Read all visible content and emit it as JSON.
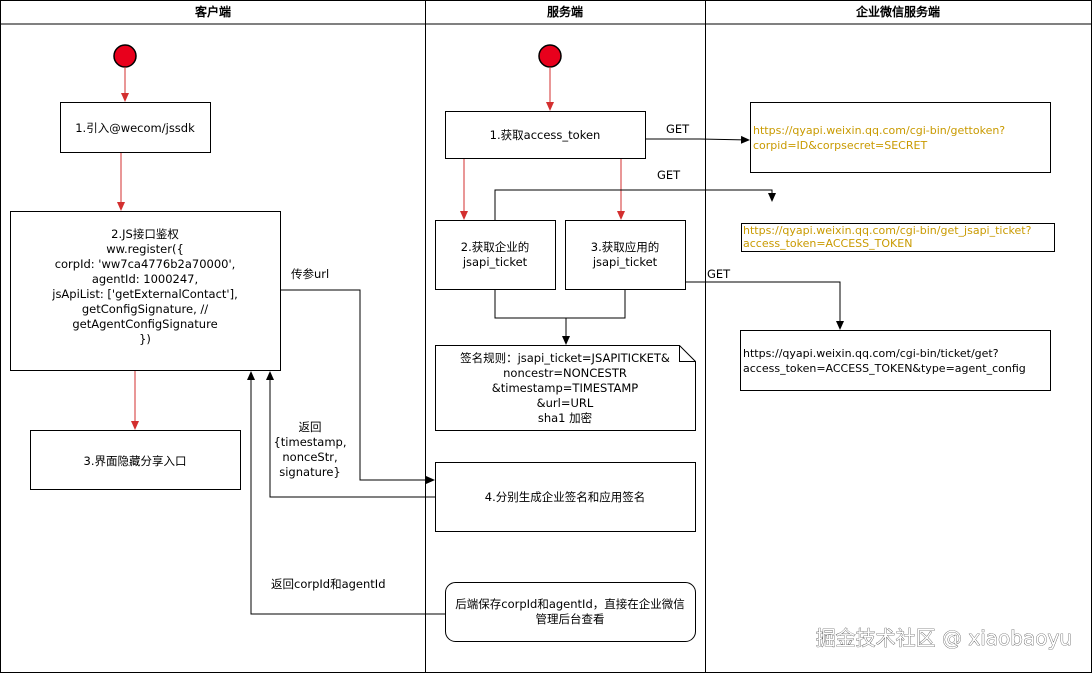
{
  "lanes": {
    "client": "客户端",
    "server": "服务端",
    "wecom": "企业微信服务端"
  },
  "client": {
    "step1": "1.引入@wecom/jssdk",
    "step2": [
      "2.JS接口鉴权",
      "ww.register({",
      "corpId: 'ww7ca4776b2a70000',",
      "agentId: 1000247,",
      "jsApiList: ['getExternalContact'],",
      "getConfigSignature, //",
      "getAgentConfigSignature",
      "})"
    ],
    "step3": "3.界面隐藏分享入口"
  },
  "server": {
    "step1": "1.获取access_token",
    "step2": [
      "2.获取企业的",
      "jsapi_ticket"
    ],
    "step3": [
      "3.获取应用的",
      "jsapi_ticket"
    ],
    "note": [
      "签名规则：jsapi_ticket=JSAPITICKET&",
      "noncestr=NONCESTR",
      "&timestamp=TIMESTAMP",
      "&url=URL",
      "sha1 加密"
    ],
    "step4": "4.分别生成企业签名和应用签名",
    "backend": [
      "后端保存corpId和agentId，直接在企业微信",
      "管理后台查看"
    ]
  },
  "wecom": {
    "url1": [
      "https://qyapi.weixin.qq.com/cgi-bin/gettoken?",
      "corpid=ID&corpsecret=SECRET"
    ],
    "url2": [
      "https://qyapi.weixin.qq.com/cgi-bin/get_jsapi_ticket?",
      "access_token=ACCESS_TOKEN"
    ],
    "url3": [
      "https://qyapi.weixin.qq.com/cgi-bin/ticket/get?",
      "access_token=ACCESS_TOKEN&type=agent_config"
    ]
  },
  "edges": {
    "get1": "GET",
    "get2": "GET",
    "get3": "GET",
    "pass_url": "传参url",
    "return_sig": [
      "返回",
      "{timestamp,",
      "nonceStr,",
      "signature}"
    ],
    "return_ids": "返回corpId和agentId"
  },
  "colors": {
    "start_node": "#e8001c",
    "flow_red": "#d32f2f",
    "url_orange": "#c99a00"
  },
  "watermark": "掘金技术社区 @ xiaobaoyu"
}
